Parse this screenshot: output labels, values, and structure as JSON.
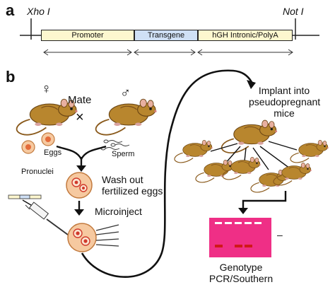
{
  "panel_a": {
    "letter": "a",
    "site_left": "Xho I",
    "site_right": "Not I",
    "segments": [
      "Promoter",
      "Transgene",
      "hGH Intronic/PolyA"
    ]
  },
  "panel_b": {
    "letter": "b",
    "female_symbol": "♀",
    "male_symbol": "♂",
    "mate_label": "Mate",
    "cross_symbol": "×",
    "eggs_label": "Eggs",
    "sperm_label": "Sperm",
    "pronuclei_label": "Pronuclei",
    "wash_out_label": "Wash out\nfertilized eggs",
    "microinject_label": "Microinject",
    "implant_label": "Implant into\npseudopregnant\nmice",
    "gel_minus": "–",
    "genotype_label": "Genotype\nPCR/Southern"
  },
  "colors": {
    "promoter_fill": "#fdf7cf",
    "transgene_fill": "#cfe0f5",
    "polya_fill": "#fdf7cf",
    "mouse_body": "#b8862e",
    "egg_fill": "#f6c9a0",
    "egg_nucleus": "#d0392b",
    "gel_fill": "#ef2f86",
    "gel_band": "#d01919"
  }
}
